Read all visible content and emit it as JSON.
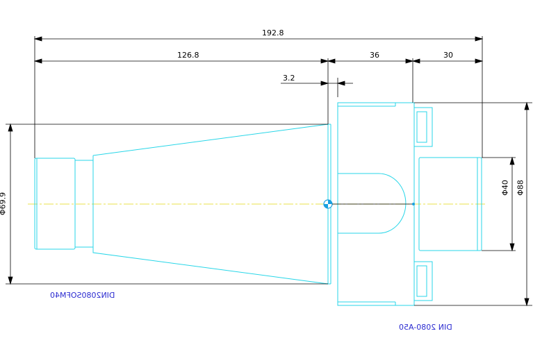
{
  "dimensions": {
    "overall_length": "192.8",
    "taper_length": "126.8",
    "flange_offset": "3.2",
    "flange_width": "36",
    "pilot_length": "30",
    "taper_diameter": "Φ69.9",
    "pilot_diameter": "Φ40",
    "flange_diameter": "Φ88"
  },
  "labels": {
    "taper_part": "DIN2080SOFM40",
    "standard": "DIN 2080-A50"
  },
  "colors": {
    "outline": "#27d6e8",
    "dimension": "#000000",
    "centerline": "#e8e04a",
    "label": "#2a2ad0",
    "center_mark": "#1aa0e0"
  }
}
